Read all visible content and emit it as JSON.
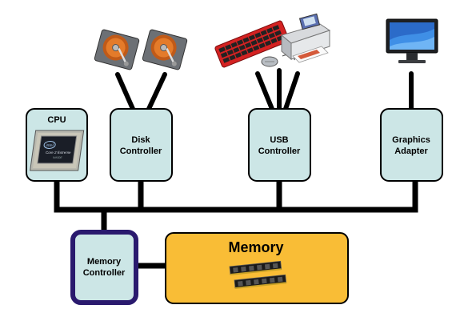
{
  "nodes": {
    "cpu": {
      "label": "CPU",
      "chip_text": [
        "intel",
        "Core 2 Extreme",
        "INSIDE"
      ]
    },
    "disk_controller": {
      "label_line1": "Disk",
      "label_line2": "Controller"
    },
    "usb_controller": {
      "label_line1": "USB",
      "label_line2": "Controller"
    },
    "graphics_adapter": {
      "label_line1": "Graphics",
      "label_line2": "Adapter"
    },
    "memory_controller": {
      "label_line1": "Memory",
      "label_line2": "Controller"
    },
    "memory": {
      "label": "Memory"
    }
  },
  "devices": {
    "disks": [
      "hard-disk",
      "hard-disk"
    ],
    "usb": [
      "keyboard",
      "mouse",
      "printer"
    ],
    "graphics": [
      "monitor"
    ]
  },
  "colors": {
    "controller_fill": "#cce6e6",
    "memory_fill": "#f9bd36",
    "memory_controller_border": "#2a1a6e",
    "bus": "#000000"
  }
}
